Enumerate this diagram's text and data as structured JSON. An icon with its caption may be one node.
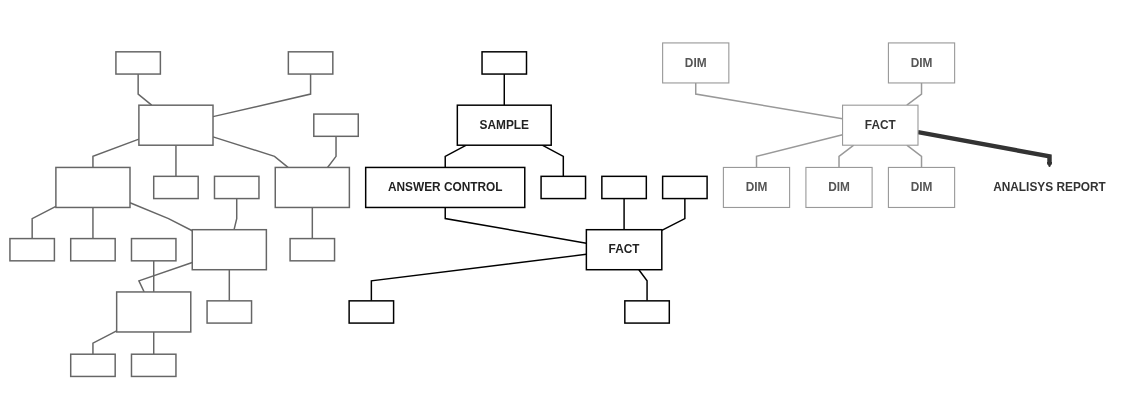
{
  "diagram": {
    "nodes": [
      {
        "text": [],
        "shape": "box"
      },
      {
        "text": [],
        "shape": "box"
      },
      {
        "text": [],
        "shape": "box"
      },
      {
        "text": [],
        "shape": "box"
      },
      {
        "text": [],
        "shape": "box"
      },
      {
        "text": [],
        "shape": "box"
      },
      {
        "text": [],
        "shape": "box"
      },
      {
        "text": [],
        "shape": "box"
      },
      {
        "text": [],
        "shape": "box"
      },
      {
        "text": [],
        "shape": "box"
      },
      {
        "text": [],
        "shape": "box"
      },
      {
        "text": [],
        "shape": "box"
      },
      {
        "text": [],
        "shape": "box"
      },
      {
        "text": [],
        "shape": "box"
      },
      {
        "text": [],
        "shape": "box"
      },
      {
        "text": [],
        "shape": "box"
      },
      {
        "text": [],
        "shape": "box"
      },
      {
        "text": [],
        "shape": "box"
      },
      {
        "text": [
          "SAMPLE"
        ]
      },
      {
        "text": [
          "ANSWER CONTROL"
        ]
      },
      {
        "text": [],
        "shape": "box"
      },
      {
        "text": [],
        "shape": "box"
      },
      {
        "text": [
          "FACT"
        ]
      },
      {
        "text": [],
        "shape": "box"
      },
      {
        "text": [],
        "shape": "box"
      },
      {
        "text": [],
        "shape": "box"
      },
      {
        "text": [
          "DIM"
        ]
      },
      {
        "text": [
          "DIM"
        ]
      },
      {
        "text": [
          "FACT"
        ]
      },
      {
        "text": [
          "DIM"
        ]
      },
      {
        "text": [
          "DIM"
        ]
      },
      {
        "text": [
          "DIM"
        ]
      },
      {
        "text": [
          "ANALISYS REPORT"
        ]
      }
    ],
    "edges": [
      {
        "from": 0,
        "to": 2,
        "arrow": "none"
      },
      {
        "from": 1,
        "to": 2,
        "arrow": "none"
      },
      {
        "from": 2,
        "to": 7,
        "arrow": "none"
      },
      {
        "from": 2,
        "to": 3,
        "arrow": "none"
      },
      {
        "from": 2,
        "to": 8,
        "arrow": "none"
      },
      {
        "from": 3,
        "to": 4,
        "arrow": "none"
      },
      {
        "from": 3,
        "to": 5,
        "arrow": "none"
      },
      {
        "from": 3,
        "to": 11,
        "arrow": "none"
      },
      {
        "from": 9,
        "to": 8,
        "arrow": "none"
      },
      {
        "from": 8,
        "to": 14,
        "arrow": "none"
      },
      {
        "from": 10,
        "to": 11,
        "arrow": "none"
      },
      {
        "from": 11,
        "to": 15,
        "arrow": "none"
      },
      {
        "from": 11,
        "to": 12,
        "arrow": "none"
      },
      {
        "from": 6,
        "to": 12,
        "arrow": "none"
      },
      {
        "from": 12,
        "to": 13,
        "arrow": "none"
      },
      {
        "from": 12,
        "to": 16,
        "arrow": "none"
      },
      {
        "from": 17,
        "to": 18,
        "arrow": "none",
        "color": "#000000"
      },
      {
        "from": 18,
        "to": 19,
        "arrow": "none",
        "color": "#000000"
      },
      {
        "from": 18,
        "to": 20,
        "arrow": "none",
        "color": "#000000"
      },
      {
        "from": 19,
        "to": 22,
        "arrow": "none",
        "color": "#000000"
      },
      {
        "from": 21,
        "to": 22,
        "arrow": "none",
        "color": "#000000"
      },
      {
        "from": 24,
        "to": 22,
        "arrow": "none",
        "color": "#000000"
      },
      {
        "from": 22,
        "to": 23,
        "arrow": "none",
        "color": "#000000"
      },
      {
        "from": 22,
        "to": 25,
        "arrow": "none",
        "color": "#000000"
      },
      {
        "from": 26,
        "to": 28,
        "arrow": "none",
        "color": "#999999"
      },
      {
        "from": 27,
        "to": 28,
        "arrow": "none",
        "color": "#999999"
      },
      {
        "from": 28,
        "to": 29,
        "arrow": "none",
        "color": "#999999"
      },
      {
        "from": 28,
        "to": 30,
        "arrow": "none",
        "color": "#999999"
      },
      {
        "from": 28,
        "to": 31,
        "arrow": "none",
        "color": "#999999"
      },
      {
        "from": 28,
        "to": 32,
        "arrow": "to",
        "style": "thick",
        "color": "#333333"
      }
    ]
  }
}
